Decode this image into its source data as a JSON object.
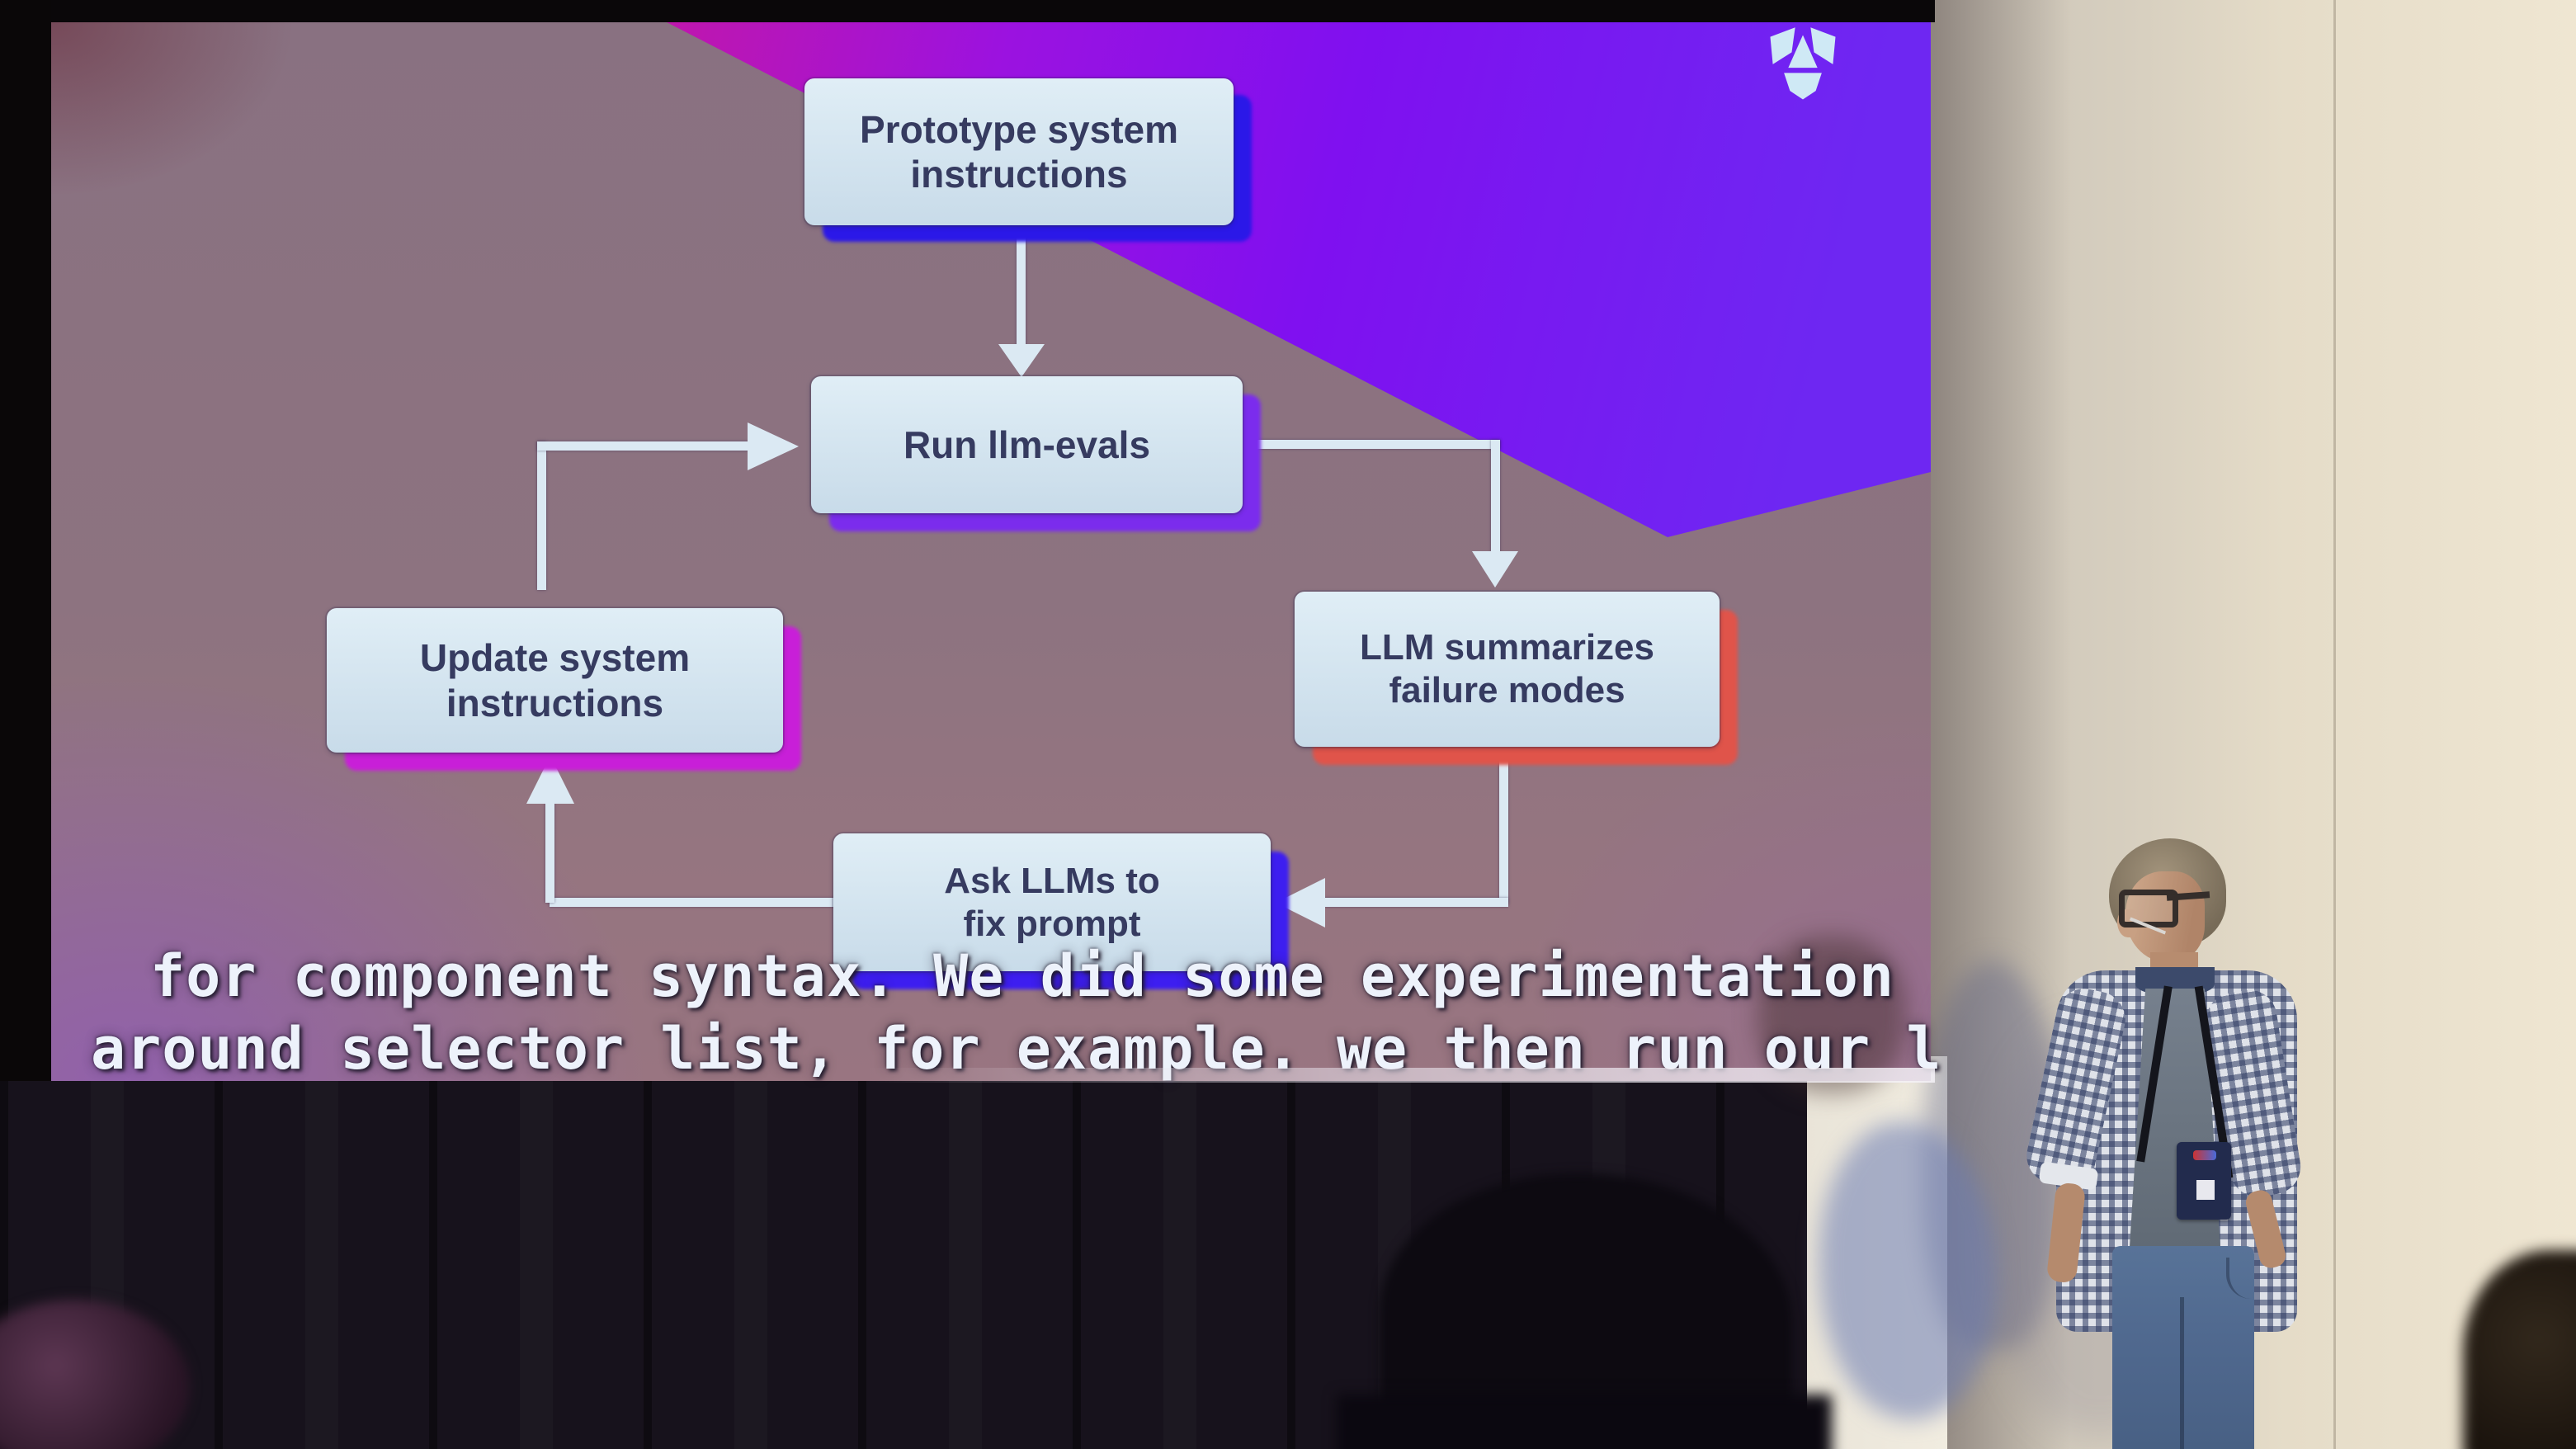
{
  "scene": {
    "type": "conference-presentation-photo",
    "stage_elements": [
      "projection-screen",
      "black-stage-curtain",
      "beige-wall",
      "speaker",
      "audience-silhouettes"
    ]
  },
  "slide": {
    "logo": {
      "name": "Angular",
      "icon": "angular-shield-logo"
    },
    "background": {
      "base_color": "#8d7380",
      "accent_gradient": [
        "#e13036",
        "#c117ab",
        "#7f10f0",
        "#6e27f2"
      ]
    },
    "flow": {
      "boxes": [
        {
          "id": "prototype",
          "label": "Prototype system instructions",
          "shadow_color": "#2b18e8"
        },
        {
          "id": "run-evals",
          "label": "Run llm-evals",
          "shadow_color": "#7b2ced"
        },
        {
          "id": "llm-summarizes",
          "label": "LLM summarizes failure modes",
          "shadow_color": "#e0544a"
        },
        {
          "id": "ask-llms-fix",
          "label": "Ask LLMs to fix prompt",
          "shadow_color": "#3d1ef0"
        },
        {
          "id": "update-system",
          "label": "Update system instructions",
          "shadow_color": "#c81fd8"
        }
      ],
      "edges": [
        {
          "from": "prototype",
          "to": "run-evals"
        },
        {
          "from": "run-evals",
          "to": "llm-summarizes"
        },
        {
          "from": "llm-summarizes",
          "to": "ask-llms-fix"
        },
        {
          "from": "ask-llms-fix",
          "to": "update-system"
        },
        {
          "from": "update-system",
          "to": "run-evals"
        }
      ],
      "box_fill": "#d5e6f1",
      "box_text_color": "#363b60",
      "arrow_color": "#dbe9f3"
    }
  },
  "captions": {
    "line1": "for component syntax. We did some experimentation",
    "line2": "around selector list, for example. we then run our l",
    "text_color": "#edf2fb"
  },
  "speaker": {
    "description": "man standing in profile facing left, glasses, blue-white checkered shirt over gray t-shirt, blue jeans, black lanyard with dark conference badge"
  }
}
